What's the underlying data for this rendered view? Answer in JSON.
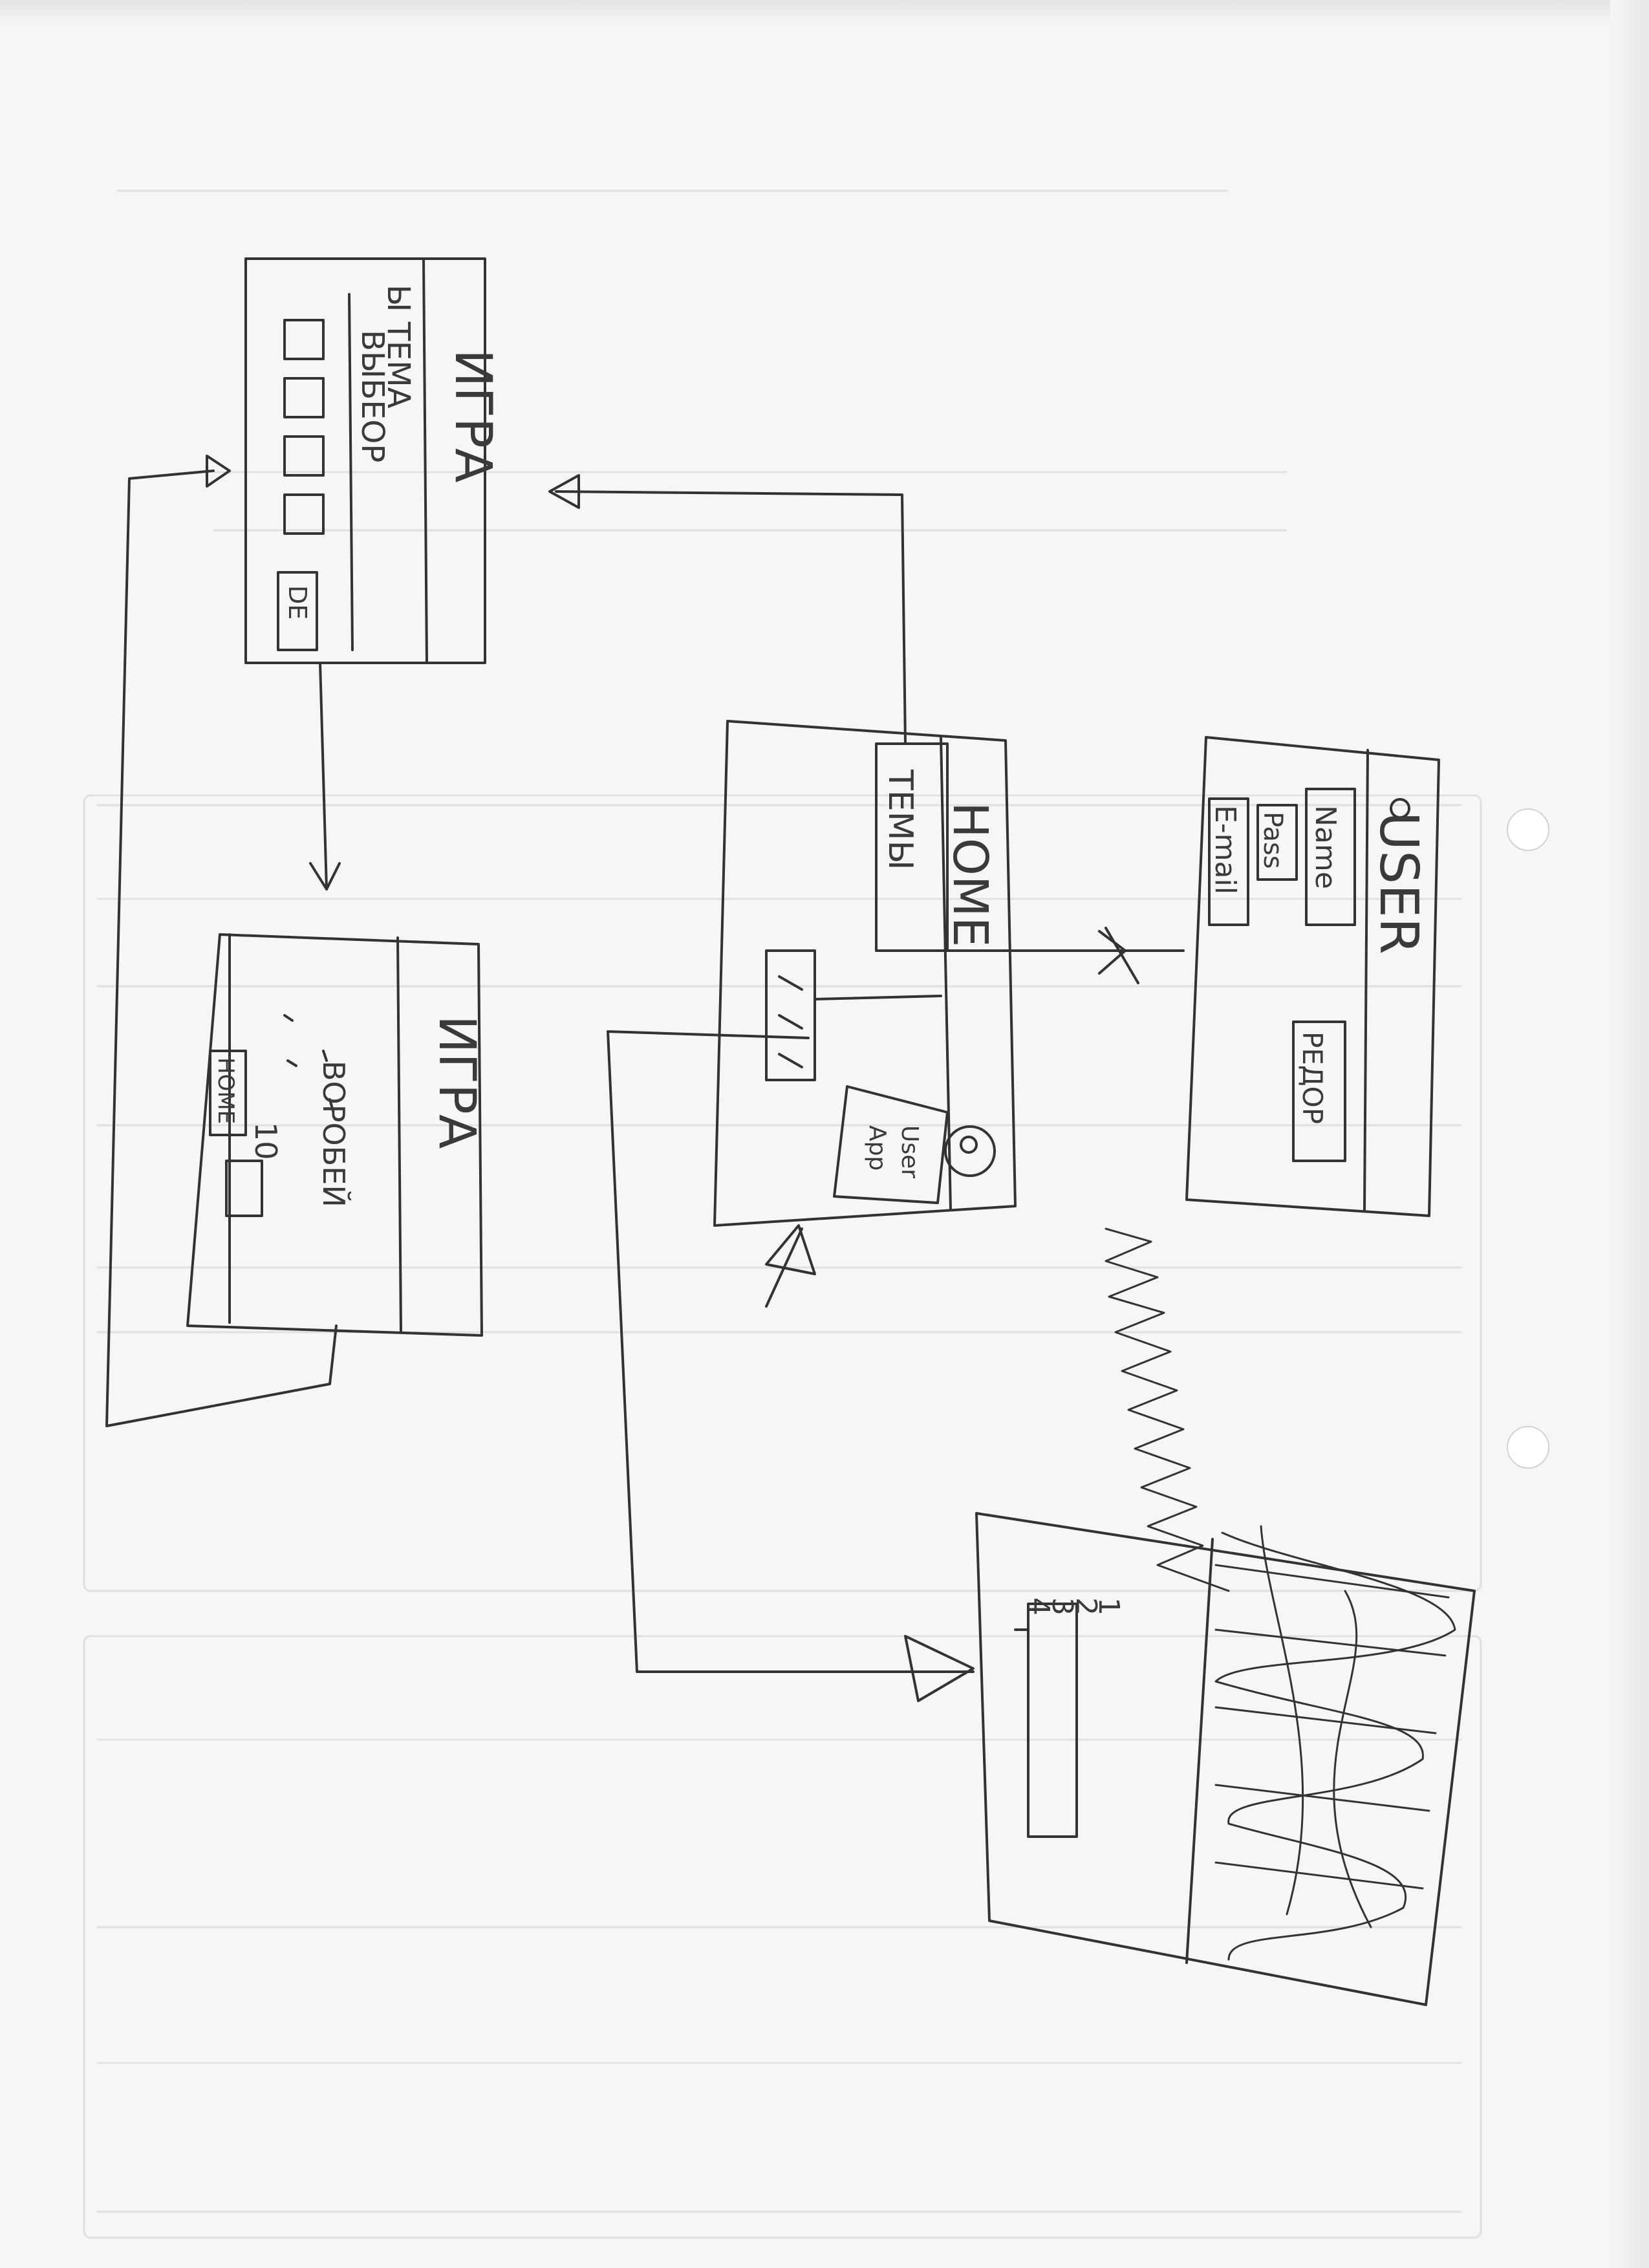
{
  "screens": {
    "game_setup": {
      "title": "ИГРА",
      "lines": [
        "Ы ТЕМА",
        "ВЫБЕОР"
      ],
      "button": "DE"
    },
    "game_play": {
      "title": "ИГРА",
      "question": "ВОРОБЕЙ",
      "score": "10",
      "home_button": "HOME"
    },
    "home": {
      "title": "HOME",
      "topics_button": "ТЕМЫ",
      "user_lines": [
        "User",
        "Арр"
      ]
    },
    "user": {
      "title": "USER",
      "name_field": "Name",
      "pass_field": "Pass",
      "email_field": "E-mail",
      "confirm_button": "PЕДОР"
    },
    "list": {
      "items": [
        "1",
        "2",
        "3",
        "4"
      ]
    }
  }
}
